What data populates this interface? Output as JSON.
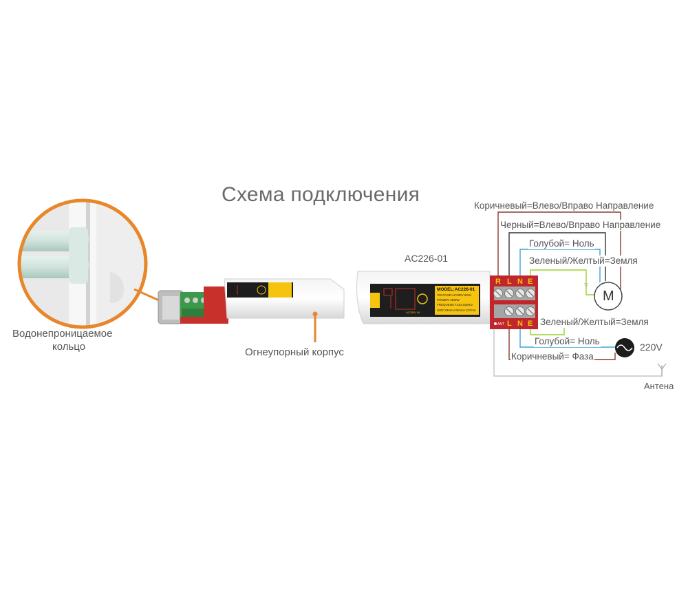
{
  "title": "Схема подключения",
  "ring_label_line1": "Водонепроницаемое",
  "ring_label_line2": "кольцо",
  "housing_label": "Огнеупорный корпус",
  "model_code": "AC226-01",
  "device_label": {
    "model": "MODEL:AC226-01",
    "voltage": "VOLTAGE:AC230V 50Hz",
    "power": "POWER:<300W",
    "frequency": "FREQUENCY:433.92MHz",
    "size": "SIZE:23mm×32mm×127mm",
    "small_text": "AC230V IN"
  },
  "terminal_top": [
    "R",
    "L",
    "N",
    "E"
  ],
  "terminal_bottom": [
    "L",
    "N",
    "E"
  ],
  "ant_label": "ANT",
  "wires": {
    "brown_direction": "Коричневый=Влево/Вправо Направление",
    "black_direction": "Черный=Влево/Вправо Направление",
    "blue_neutral_top": "Голубой= Ноль",
    "green_yellow_top": "Зеленый/Желтый=Земля",
    "green_yellow_bottom": "Зеленый/Желтый=Земля",
    "blue_neutral_bottom": "Голубой= Ноль",
    "brown_phase": "Коричневый= Фаза"
  },
  "motor_symbol": "M",
  "power_label": "220V",
  "antenna_label": "Антена",
  "colors": {
    "brown": "#8b3a2e",
    "black": "#333333",
    "blue": "#3aa6d6",
    "green": "#9bd02a",
    "yellow": "#d6c300",
    "terminal_red": "#c0262b",
    "accent_orange": "#e8862a",
    "label_yellow": "#f6c40f"
  }
}
